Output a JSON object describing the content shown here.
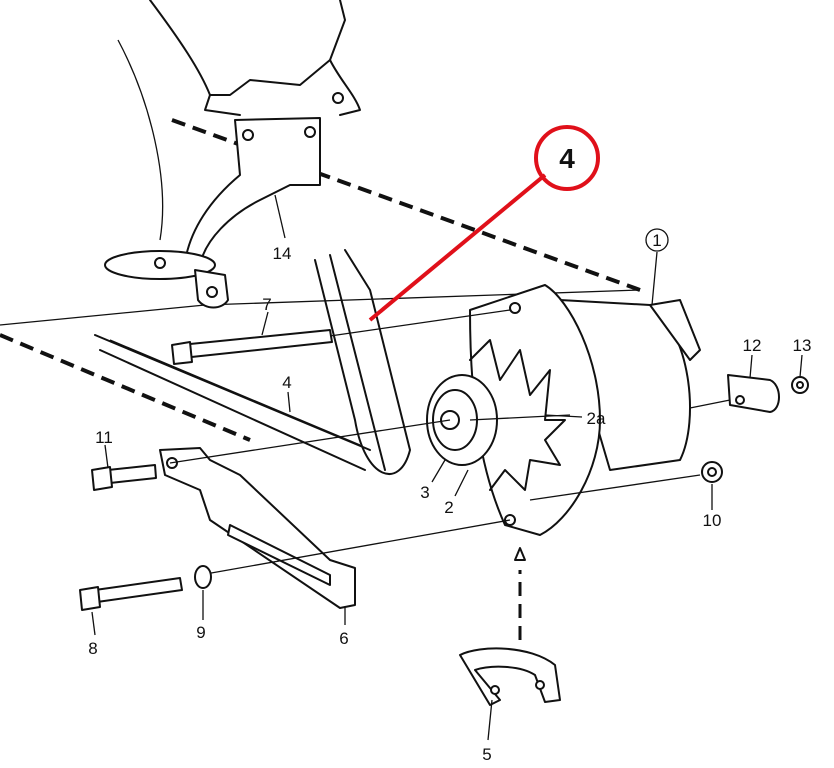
{
  "diagram": {
    "title": "Alternator mounting exploded view",
    "highlight": {
      "label": "4",
      "color": "#e0101a"
    },
    "callouts": [
      {
        "id": "1",
        "label": "1",
        "circled": true
      },
      {
        "id": "2",
        "label": "2"
      },
      {
        "id": "2a",
        "label": "2a"
      },
      {
        "id": "3",
        "label": "3"
      },
      {
        "id": "4",
        "label": "4"
      },
      {
        "id": "5",
        "label": "5"
      },
      {
        "id": "6",
        "label": "6"
      },
      {
        "id": "7",
        "label": "7"
      },
      {
        "id": "8",
        "label": "8"
      },
      {
        "id": "9",
        "label": "9"
      },
      {
        "id": "10",
        "label": "10"
      },
      {
        "id": "11",
        "label": "11"
      },
      {
        "id": "12",
        "label": "12"
      },
      {
        "id": "13",
        "label": "13"
      },
      {
        "id": "14",
        "label": "14"
      }
    ]
  }
}
